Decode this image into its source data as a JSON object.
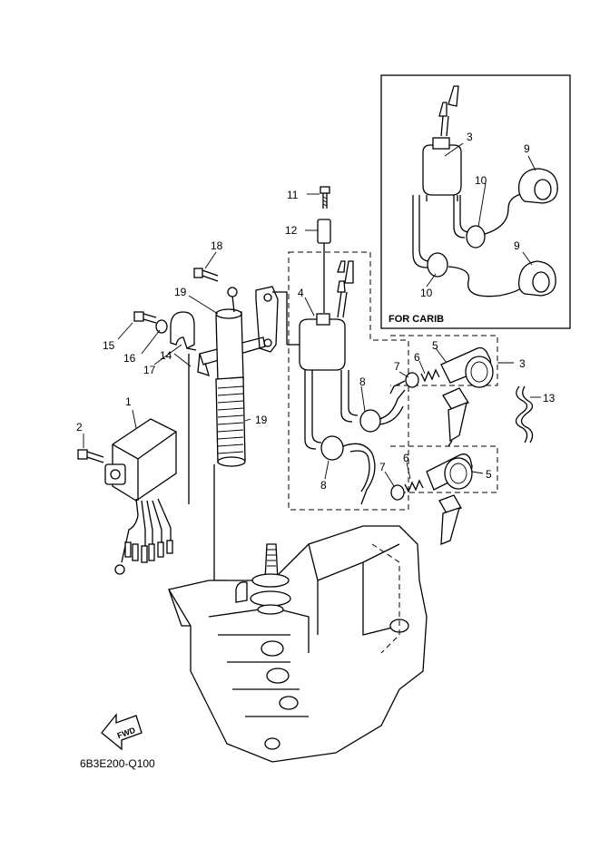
{
  "diagram": {
    "drawing_code": "6B3E200-Q100",
    "inset_caption": "FOR CARIB",
    "fwd_label": "FWD",
    "callouts": [
      {
        "key": "c1",
        "text": "1"
      },
      {
        "key": "c2",
        "text": "2"
      },
      {
        "key": "c3",
        "text": "3"
      },
      {
        "key": "c3i",
        "text": "3"
      },
      {
        "key": "c4",
        "text": "4"
      },
      {
        "key": "c5a",
        "text": "5"
      },
      {
        "key": "c5b",
        "text": "5"
      },
      {
        "key": "c6a",
        "text": "6"
      },
      {
        "key": "c6b",
        "text": "6"
      },
      {
        "key": "c7a",
        "text": "7"
      },
      {
        "key": "c7b",
        "text": "7"
      },
      {
        "key": "c8a",
        "text": "8"
      },
      {
        "key": "c8b",
        "text": "8"
      },
      {
        "key": "c9a",
        "text": "9"
      },
      {
        "key": "c9b",
        "text": "9"
      },
      {
        "key": "c10a",
        "text": "10"
      },
      {
        "key": "c10b",
        "text": "10"
      },
      {
        "key": "c11",
        "text": "11"
      },
      {
        "key": "c12",
        "text": "12"
      },
      {
        "key": "c13",
        "text": "13"
      },
      {
        "key": "c14",
        "text": "14"
      },
      {
        "key": "c15",
        "text": "15"
      },
      {
        "key": "c16",
        "text": "16"
      },
      {
        "key": "c17",
        "text": "17"
      },
      {
        "key": "c18",
        "text": "18"
      },
      {
        "key": "c19a",
        "text": "19"
      },
      {
        "key": "c19b",
        "text": "19"
      }
    ]
  }
}
